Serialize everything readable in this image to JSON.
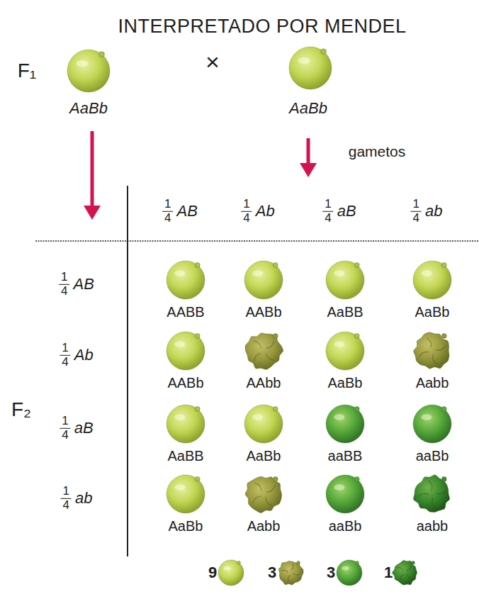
{
  "diagram": {
    "title": "INTERPRETADO POR MENDEL",
    "labels": [
      "F₁",
      "AaBb",
      "×",
      "AaBb",
      "gametos",
      "1",
      "4",
      "AB",
      "1",
      "4",
      "Ab",
      "1",
      "4",
      "aB",
      "1",
      "4",
      "ab",
      "1",
      "4",
      "AB",
      "1",
      "4",
      "Ab",
      "1",
      "4",
      "aB",
      "1",
      "4",
      "ab",
      "F₂",
      "AABB",
      "AABb",
      "AaBB",
      "AaBb",
      "AABb",
      "AAbb",
      "AaBb",
      "Aabb",
      "AaBB",
      "AaBb",
      "aaBB",
      "aaBb",
      "AaBb",
      "Aabb",
      "aaBb",
      "aabb",
      "9",
      "3",
      "3",
      "1"
    ]
  }
}
